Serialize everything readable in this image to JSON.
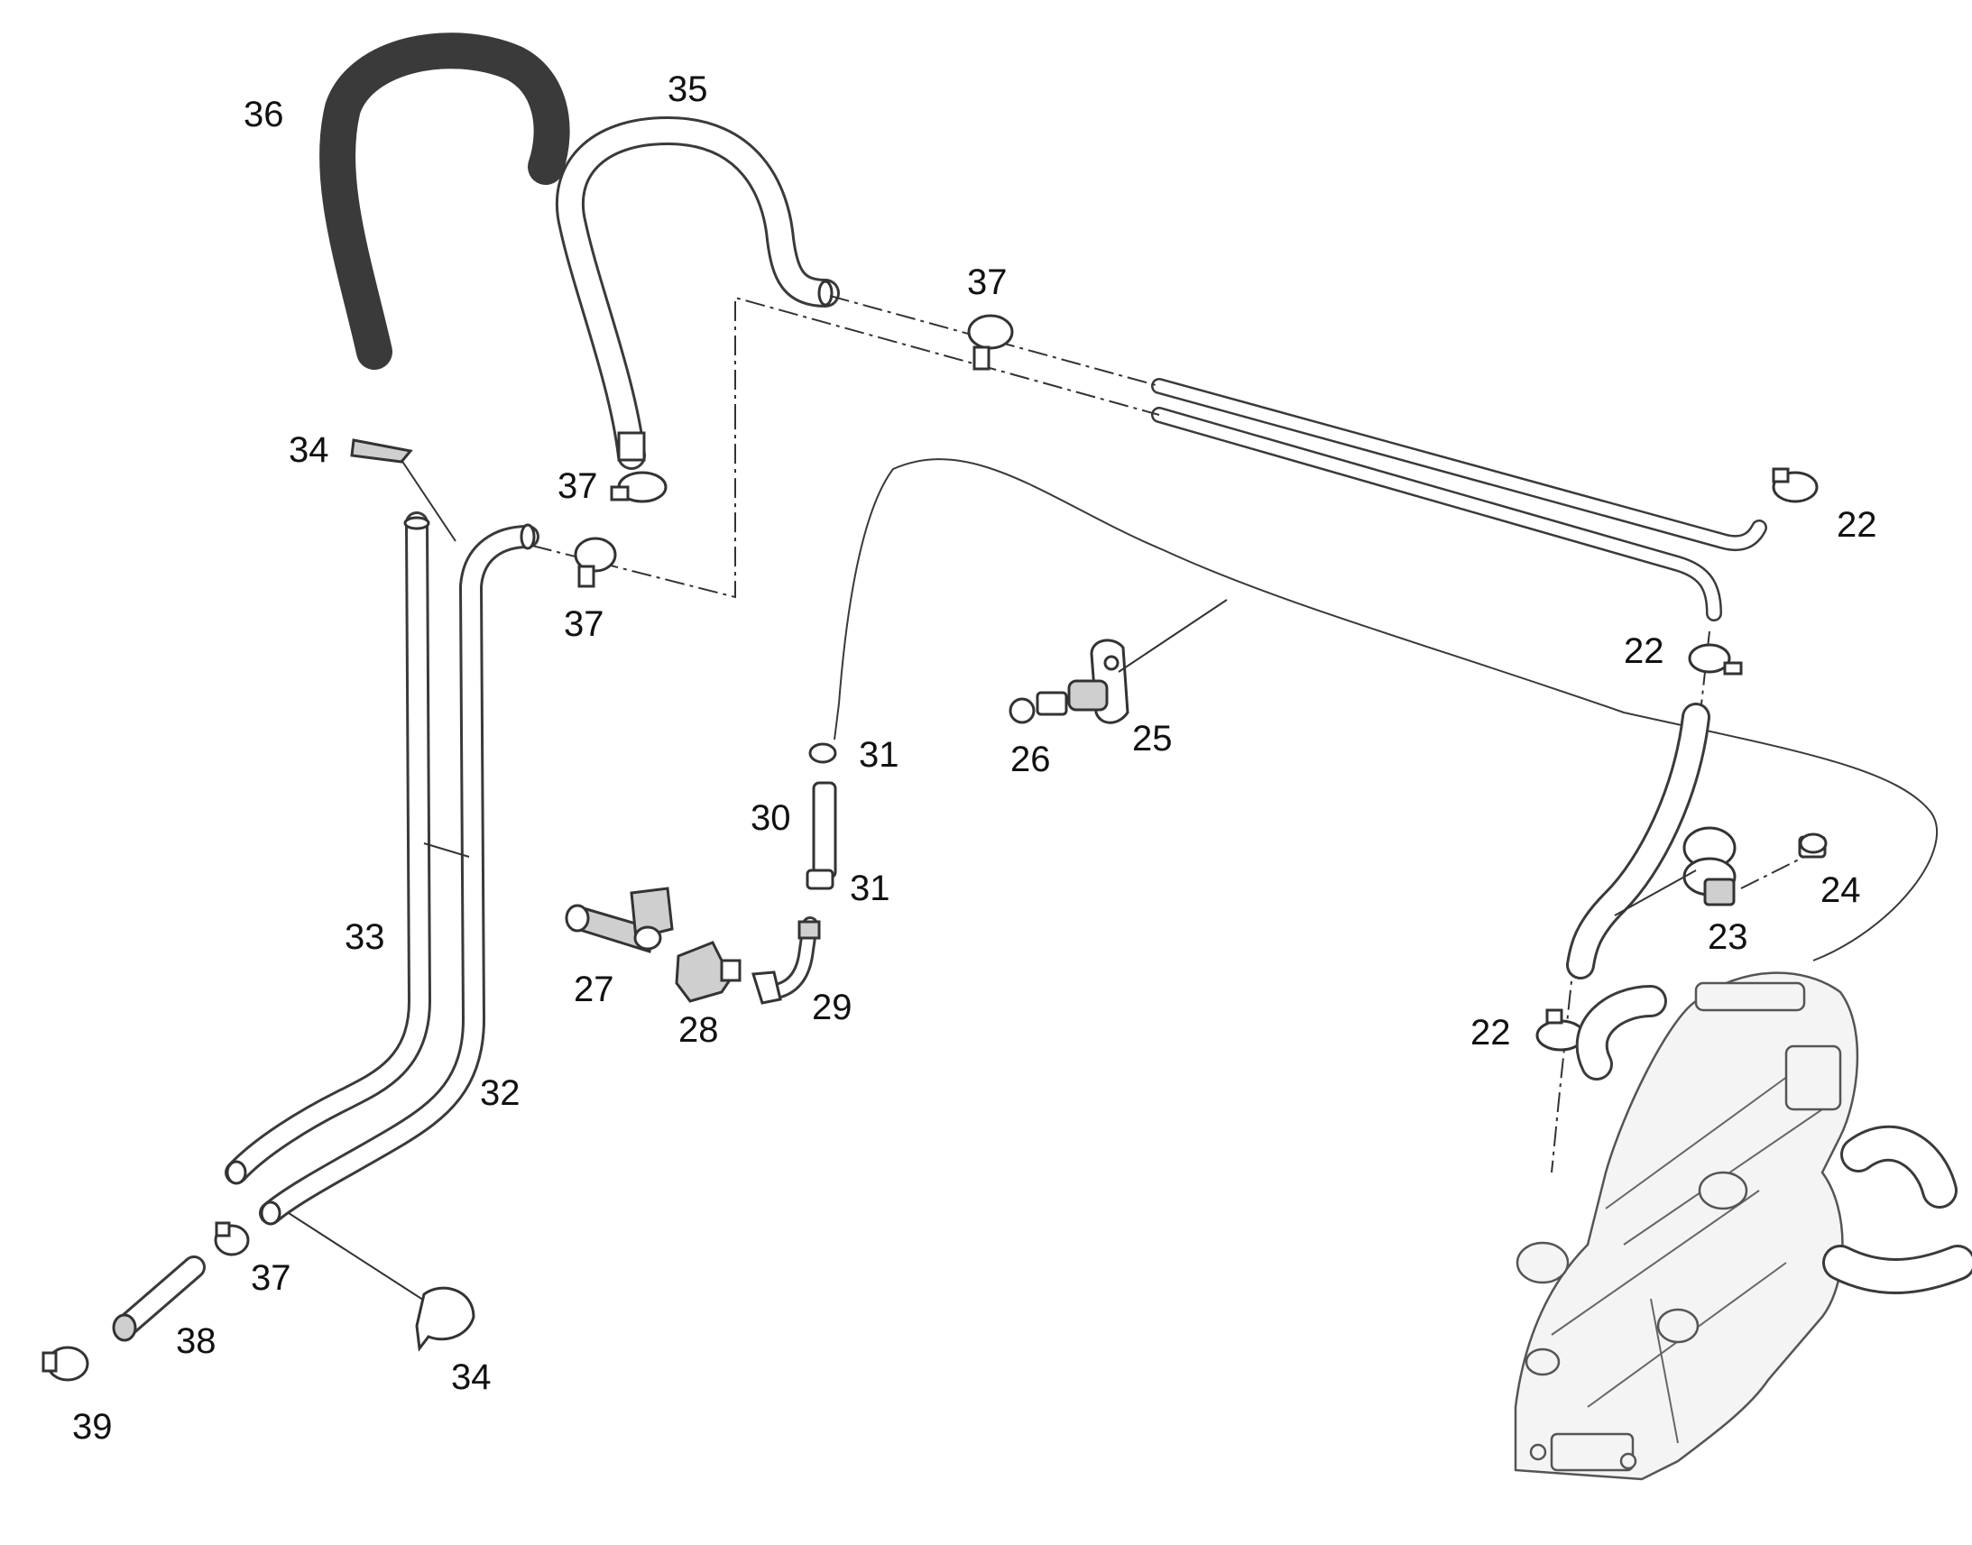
{
  "labels": {
    "p22a": "22",
    "p22b": "22",
    "p22c": "22",
    "p23": "23",
    "p24": "24",
    "p25": "25",
    "p26": "26",
    "p27": "27",
    "p28": "28",
    "p29": "29",
    "p30": "30",
    "p31a": "31",
    "p31b": "31",
    "p32": "32",
    "p33": "33",
    "p34a": "34",
    "p34b": "34",
    "p35": "35",
    "p36": "36",
    "p37a": "37",
    "p37b": "37",
    "p37c": "37",
    "p37d": "37",
    "p38": "38",
    "p39": "39"
  },
  "colors": {
    "line": "#3a3a3a",
    "background": "#ffffff"
  }
}
